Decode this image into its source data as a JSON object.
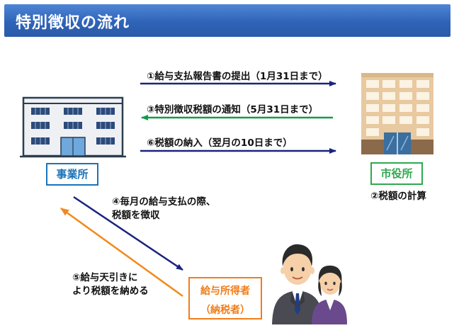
{
  "title": "特別徴収の流れ",
  "nodes": {
    "office": "事業所",
    "city_hall": "市役所",
    "employee_line1": "給与所得者",
    "employee_line2": "（納税者）"
  },
  "steps": {
    "s1": "①給与支払報告書の提出（1月31日まで）",
    "s2": "②税額の計算",
    "s3": "③特別徴収税額の通知（5月31日まで）",
    "s4_line1": "④毎月の給与支払の際、",
    "s4_line2": "税額を徴収",
    "s5_line1": "⑤給与天引きに",
    "s5_line2": "より税額を納める",
    "s6": "⑥税額の納入（翌月の10日まで）"
  },
  "colors": {
    "title_bar": "#2f63b8",
    "office": "#1a73b8",
    "city_hall": "#2fa84f",
    "employee": "#f07d1a",
    "arrow_navy": "#1a237e",
    "arrow_green": "#159a4a",
    "arrow_orange": "#f28a1c"
  }
}
